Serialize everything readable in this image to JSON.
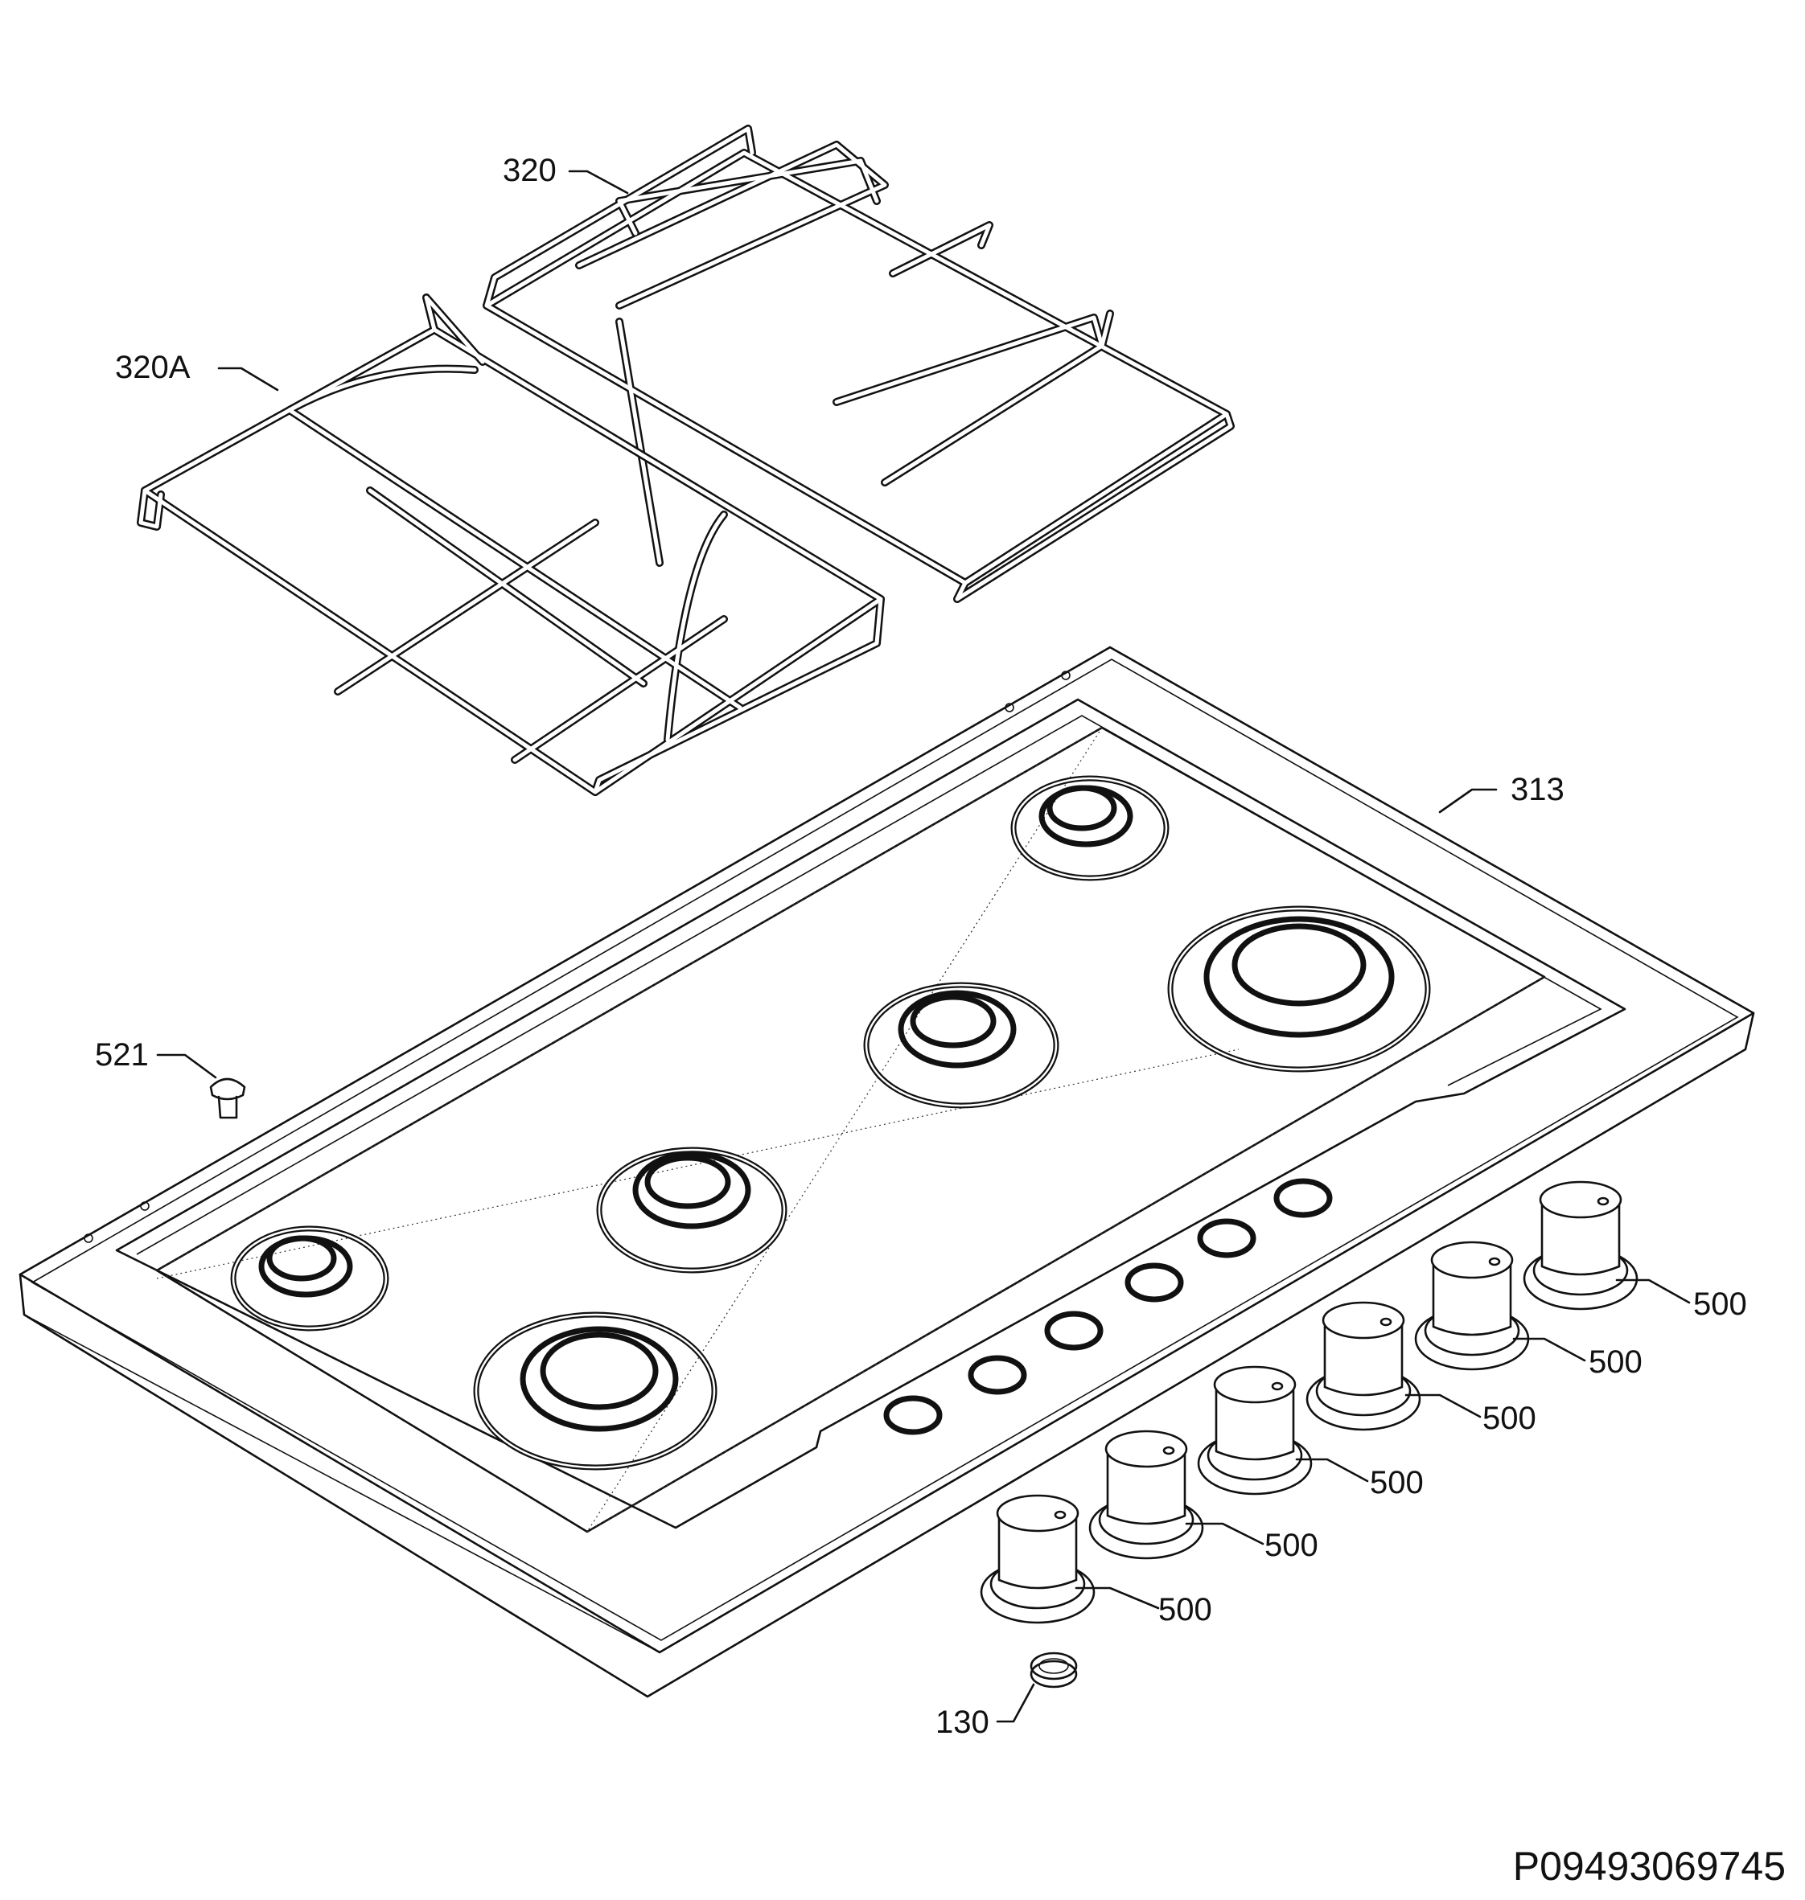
{
  "callouts": {
    "grate_rear": "320",
    "grate_front": "320A",
    "hob_top": "313",
    "screw": "521",
    "knob": "500",
    "bushing": "130"
  },
  "drawing_code": "P09493069745",
  "icons": {
    "grate_rear": "pan-support-grate",
    "grate_front": "pan-support-grate",
    "hob": "gas-hob-top",
    "knob": "control-knob",
    "screw": "screw",
    "bushing": "bushing-ring"
  }
}
